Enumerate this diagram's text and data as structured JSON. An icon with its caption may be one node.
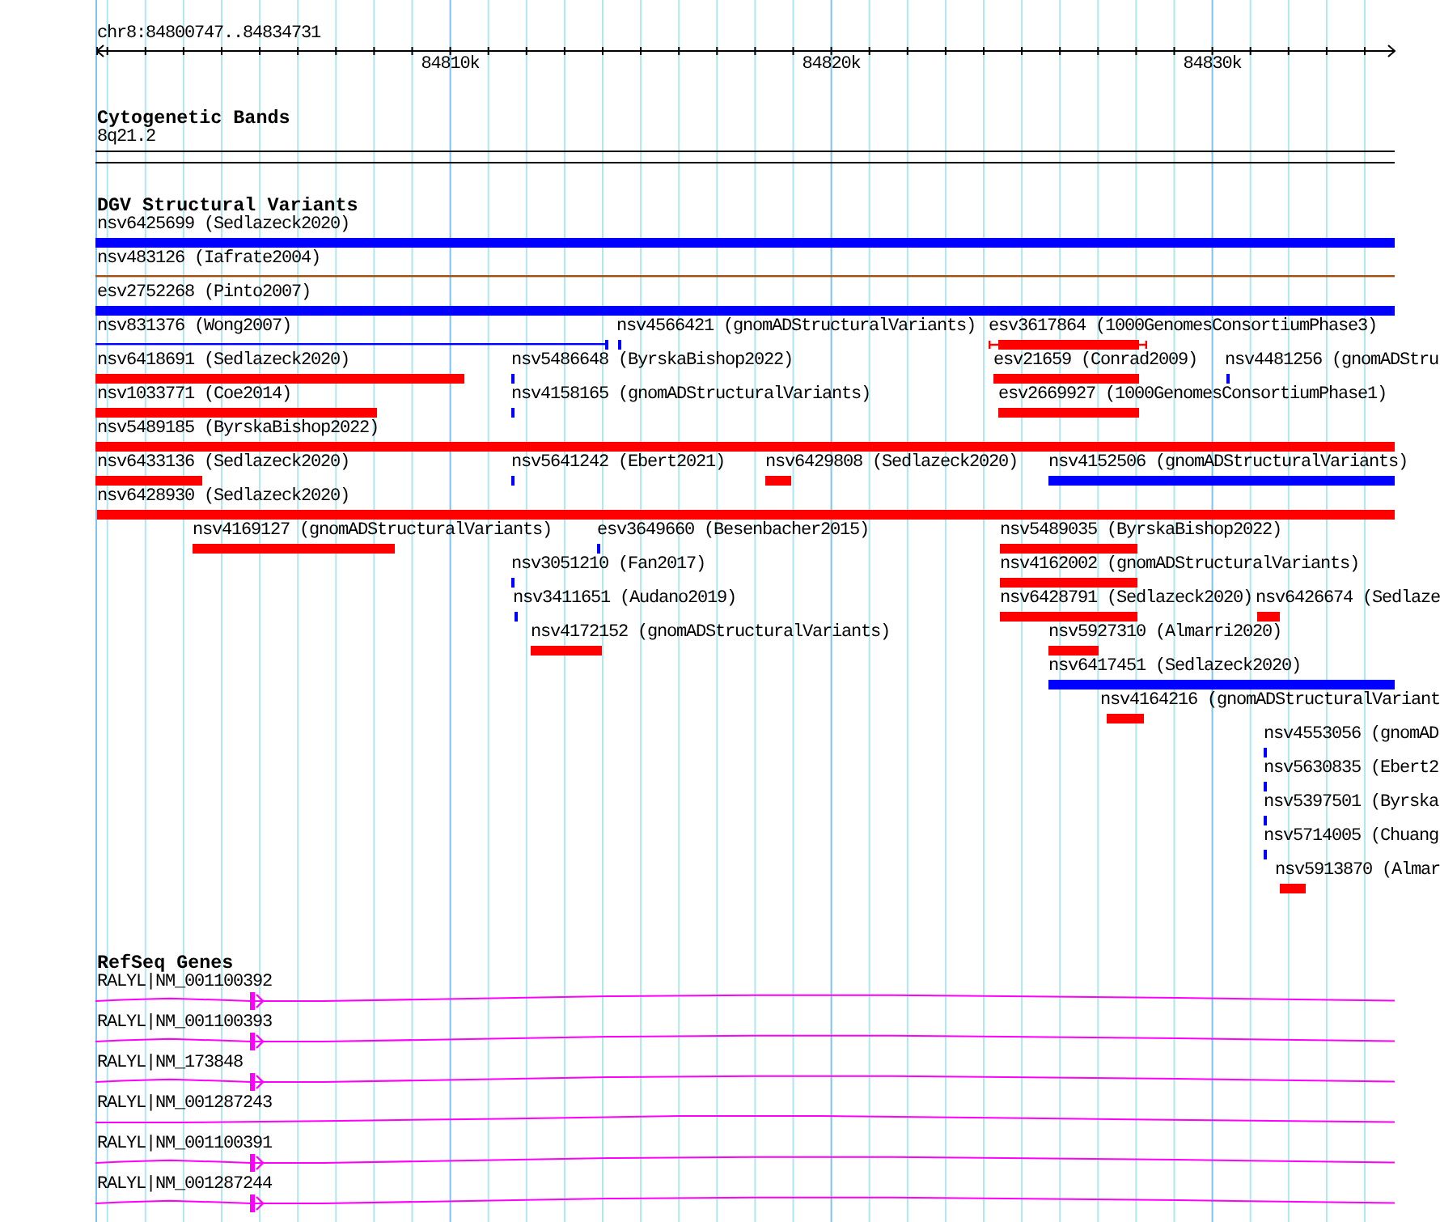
{
  "diagram": {
    "labels": [
      "chr8:84800747..84834731",
      "84810k",
      "84820k",
      "84830k",
      "Cytogenetic Bands",
      "8q21.2",
      "DGV Structural Variants",
      "nsv6425699 (Sedlazeck2020)",
      "nsv483126 (Iafrate2004)",
      "esv2752268 (Pinto2007)",
      "nsv831376 (Wong2007)",
      "nsv4566421 (gnomADStructuralVariants)",
      "esv3617864 (1000GenomesConsortiumPhase3)",
      "nsv6418691 (Sedlazeck2020)",
      "nsv5486648 (ByrskaBishop2022)",
      "esv21659 (Conrad2009)",
      "nsv4481256 (gnomADStru",
      "nsv1033771 (Coe2014)",
      "nsv4158165 (gnomADStructuralVariants)",
      "esv2669927 (1000GenomesConsortiumPhase1)",
      "nsv5489185 (ByrskaBishop2022)",
      "nsv6433136 (Sedlazeck2020)",
      "nsv5641242 (Ebert2021)",
      "nsv6429808 (Sedlazeck2020)",
      "nsv4152506 (gnomADStructuralVariants)",
      "nsv6428930 (Sedlazeck2020)",
      "nsv4169127 (gnomADStructuralVariants)",
      "esv3649660 (Besenbacher2015)",
      "nsv5489035 (ByrskaBishop2022)",
      "nsv3051210 (Fan2017)",
      "nsv4162002 (gnomADStructuralVariants)",
      "nsv3411651 (Audano2019)",
      "nsv6428791 (Sedlazeck2020)",
      "nsv6426674 (Sedlaze",
      "nsv4172152 (gnomADStructuralVariants)",
      "nsv5927310 (Almarri2020)",
      "nsv6417451 (Sedlazeck2020)",
      "nsv4164216 (gnomADStructuralVariant",
      "nsv4553056 (gnomAD",
      "nsv5630835 (Ebert2",
      "nsv5397501 (Byrska",
      "nsv5714005 (Chuang",
      "nsv5913870 (Almar",
      "RefSeq Genes",
      "RALYL|NM_001100392",
      "RALYL|NM_001100393",
      "RALYL|NM_173848",
      "RALYL|NM_001287243",
      "RALYL|NM_001100391",
      "RALYL|NM_001287244"
    ]
  }
}
